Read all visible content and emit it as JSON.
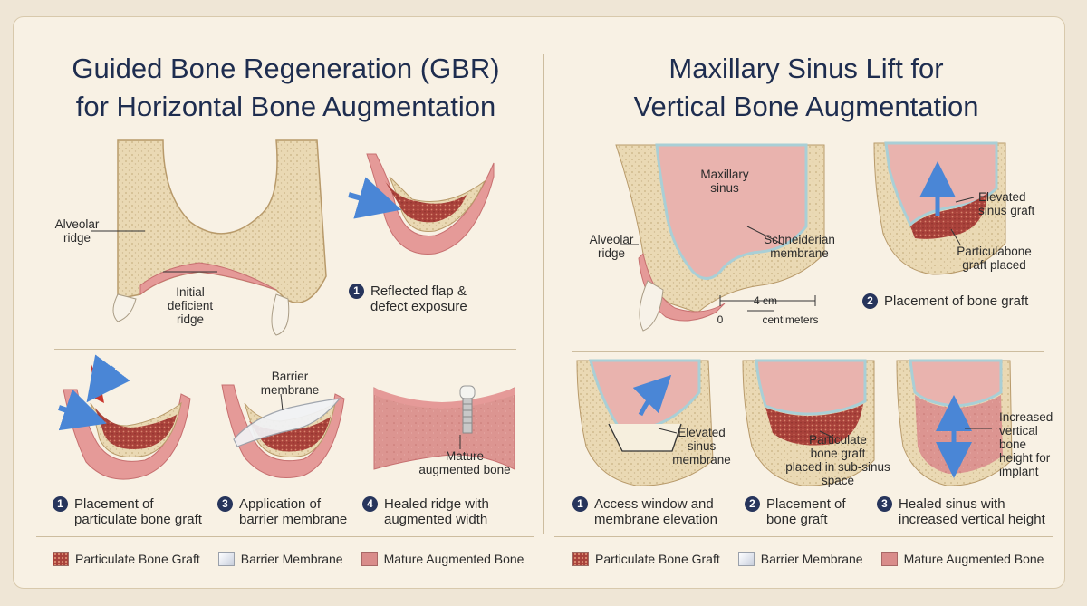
{
  "left": {
    "title_line1": "Guided Bone Regeneration (GBR)",
    "title_line2": "for Horizontal Bone Augmentation",
    "overview": {
      "label_alveolar_1": "Alveolar",
      "label_alveolar_2": "ridge",
      "label_deficient_1": "Initial",
      "label_deficient_2": "deficient",
      "label_deficient_3": "ridge"
    },
    "step1_top": {
      "number": "1",
      "line1": "Reflected flap &",
      "line2": "defect exposure"
    },
    "step1_bottom": {
      "number": "1",
      "line1": "Placement of",
      "line2": "particulate bone graft"
    },
    "step3": {
      "number": "3",
      "line1": "Application of",
      "line2": "barrier membrane",
      "label_1": "Barrier",
      "label_2": "membrane"
    },
    "step4": {
      "number": "4",
      "line1": "Healed ridge with",
      "line2": "augmented width",
      "label_1": "Mature",
      "label_2": "augmented bone"
    },
    "legend": [
      "Particulate Bone Graft",
      "Barrier Membrane",
      "Mature Augmented Bone"
    ]
  },
  "right": {
    "title_line1": "Maxillary Sinus Lift for",
    "title_line2": "Vertical Bone Augmentation",
    "overview": {
      "label_sinus_1": "Maxillary",
      "label_sinus_2": "sinus",
      "label_alveolar_1": "Alveolar",
      "label_alveolar_2": "ridge",
      "label_membrane_1": "Schneiderian",
      "label_membrane_2": "membrane",
      "scale_value": "4 cm",
      "scale_zero": "0",
      "scale_unit": "centimeters"
    },
    "step2_top": {
      "number": "2",
      "line1": "Placement of bone graft",
      "label_elevated_1": "Elevated",
      "label_elevated_2": "sinus graft",
      "label_graft_1": "Particulabone",
      "label_graft_2": "graft placed"
    },
    "step1_bottom": {
      "number": "1",
      "line1": "Access window and",
      "line2": "membrane elevation",
      "label_1": "Elevated",
      "label_2": "sinus",
      "label_3": "membrane"
    },
    "step2_bottom": {
      "number": "2",
      "line1": "Placement of",
      "line2": "bone graft",
      "label_1": "Particulate",
      "label_2": "bone graft",
      "label_3": "placed in sub-sinus",
      "label_4": "space"
    },
    "step3": {
      "number": "3",
      "line1": "Healed sinus with",
      "line2": "increased vertical height",
      "label_1": "Increased",
      "label_2": "vertical",
      "label_3": "bone",
      "label_4": "height for",
      "label_5": "implant"
    },
    "legend": [
      "Particulate Bone Graft",
      "Barrier Membrane",
      "Mature Augmented Bone"
    ]
  },
  "colors": {
    "title": "#1e2d4f",
    "bone": "#ead9b4",
    "gum": "#e59a98",
    "graft": "#a8413a",
    "sinus": "#e9b3ae",
    "membrane_line": "#a9cfd6",
    "arrow": "#4a86d6"
  }
}
